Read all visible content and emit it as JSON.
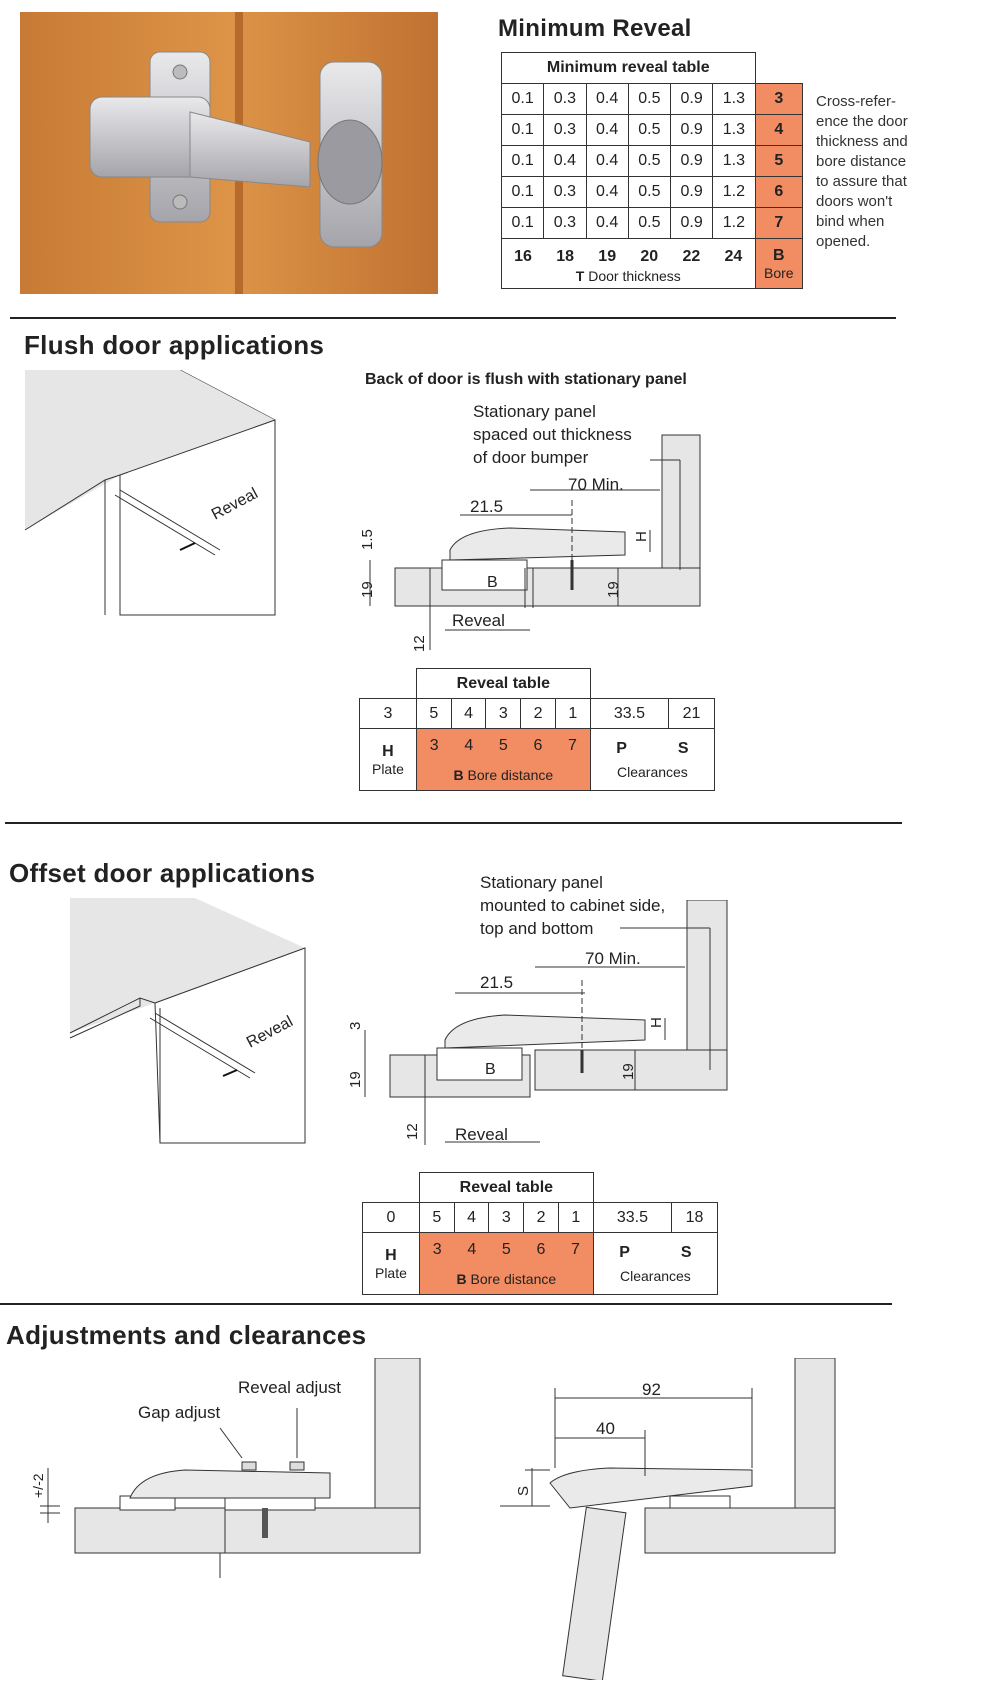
{
  "top": {
    "heading": "Minimum Reveal",
    "table_title": "Minimum reveal table",
    "rows": [
      {
        "values": [
          "0.1",
          "0.3",
          "0.4",
          "0.5",
          "0.9",
          "1.3"
        ],
        "bore": "3"
      },
      {
        "values": [
          "0.1",
          "0.3",
          "0.4",
          "0.5",
          "0.9",
          "1.3"
        ],
        "bore": "4"
      },
      {
        "values": [
          "0.1",
          "0.4",
          "0.4",
          "0.5",
          "0.9",
          "1.3"
        ],
        "bore": "5"
      },
      {
        "values": [
          "0.1",
          "0.3",
          "0.4",
          "0.5",
          "0.9",
          "1.2"
        ],
        "bore": "6"
      },
      {
        "values": [
          "0.1",
          "0.3",
          "0.4",
          "0.5",
          "0.9",
          "1.2"
        ],
        "bore": "7"
      }
    ],
    "thickness": [
      "16",
      "18",
      "19",
      "20",
      "22",
      "24"
    ],
    "thickness_label_t": "T",
    "thickness_label": "Door thickness",
    "bore_b": "B",
    "bore_label": "Bore",
    "note_lines": [
      "Cross-refer-",
      "ence the door",
      "thickness and",
      "bore distance",
      "to assure that",
      "doors won't",
      "bind when",
      "opened."
    ]
  },
  "flush": {
    "heading": "Flush door applications",
    "subtitle": "Back of door is flush with stationary panel",
    "reveal_iso": "Reveal",
    "panel_note": [
      "Stationary panel",
      "spaced out thickness",
      "of door bumper"
    ],
    "dim_70": "70 Min.",
    "dim_215": "21.5",
    "dim_15": "1.5",
    "dim_19a": "19",
    "dim_19b": "19",
    "dim_12": "12",
    "b": "B",
    "h": "H",
    "reveal": "Reveal",
    "table": {
      "title": "Reveal table",
      "h_val": "3",
      "h": "H",
      "h_label": "Plate",
      "reveals": [
        "5",
        "4",
        "3",
        "2",
        "1"
      ],
      "bores": [
        "3",
        "4",
        "5",
        "6",
        "7"
      ],
      "bore_b": "B",
      "bore_label": "Bore distance",
      "p_val": "33.5",
      "s_val": "21",
      "p": "P",
      "s": "S",
      "clear_label": "Clearances"
    }
  },
  "offset": {
    "heading": "Offset door applications",
    "reveal_iso": "Reveal",
    "panel_note": [
      "Stationary panel",
      "mounted to cabinet side,",
      "top and bottom"
    ],
    "dim_70": "70 Min.",
    "dim_215": "21.5",
    "dim_3": "3",
    "dim_19a": "19",
    "dim_19b": "19",
    "dim_12": "12",
    "b": "B",
    "h": "H",
    "reveal": "Reveal",
    "table": {
      "title": "Reveal table",
      "h_val": "0",
      "h": "H",
      "h_label": "Plate",
      "reveals": [
        "5",
        "4",
        "3",
        "2",
        "1"
      ],
      "bores": [
        "3",
        "4",
        "5",
        "6",
        "7"
      ],
      "bore_b": "B",
      "bore_label": "Bore distance",
      "p_val": "33.5",
      "s_val": "18",
      "p": "P",
      "s": "S",
      "clear_label": "Clearances"
    }
  },
  "adjust": {
    "heading": "Adjustments and clearances",
    "reveal_adjust": "Reveal adjust",
    "gap_adjust": "Gap adjust",
    "pm2": "+/-2",
    "dim_92": "92",
    "dim_40": "40",
    "s": "S"
  },
  "colors": {
    "accent": "#f28d63",
    "wood": "#d68a3c",
    "panel": "#e6e6e6"
  }
}
